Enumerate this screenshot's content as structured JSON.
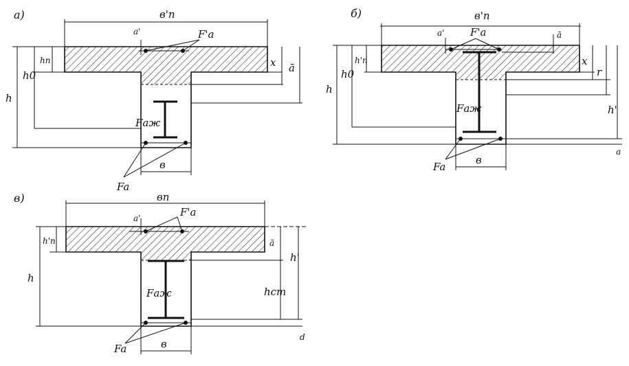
{
  "diagrams": [
    {
      "id": "a",
      "caption": "a)",
      "labels": {
        "bn": "в'п",
        "hn": "hп",
        "h0": "h0",
        "h": "h",
        "a_top": "a'",
        "Fa_top": "F'a",
        "x": "x",
        "a_bar": "ā",
        "Faj": "Fаж",
        "Fa": "Fa",
        "b": "в"
      }
    },
    {
      "id": "b",
      "caption": "б)",
      "labels": {
        "bn": "в'п",
        "hn": "h'п",
        "h0": "h0",
        "h": "h",
        "a_top": "a'",
        "Fa_top": "F'a",
        "a_bar": "ā",
        "x": "x",
        "r": "r",
        "h_prime": "h'",
        "a": "a",
        "Faj": "Fаж",
        "Fa": "Fa",
        "b": "в"
      }
    },
    {
      "id": "c",
      "caption": "в)",
      "labels": {
        "bn": "вп",
        "hn": "h'п",
        "h": "h",
        "a_top": "a'",
        "Fa_top": "F'a",
        "a_bar": "ā",
        "hst": "hст",
        "h_prime": "h'",
        "d": "d",
        "Faj": "Fаж",
        "Fa": "Fa",
        "b": "в"
      }
    }
  ]
}
